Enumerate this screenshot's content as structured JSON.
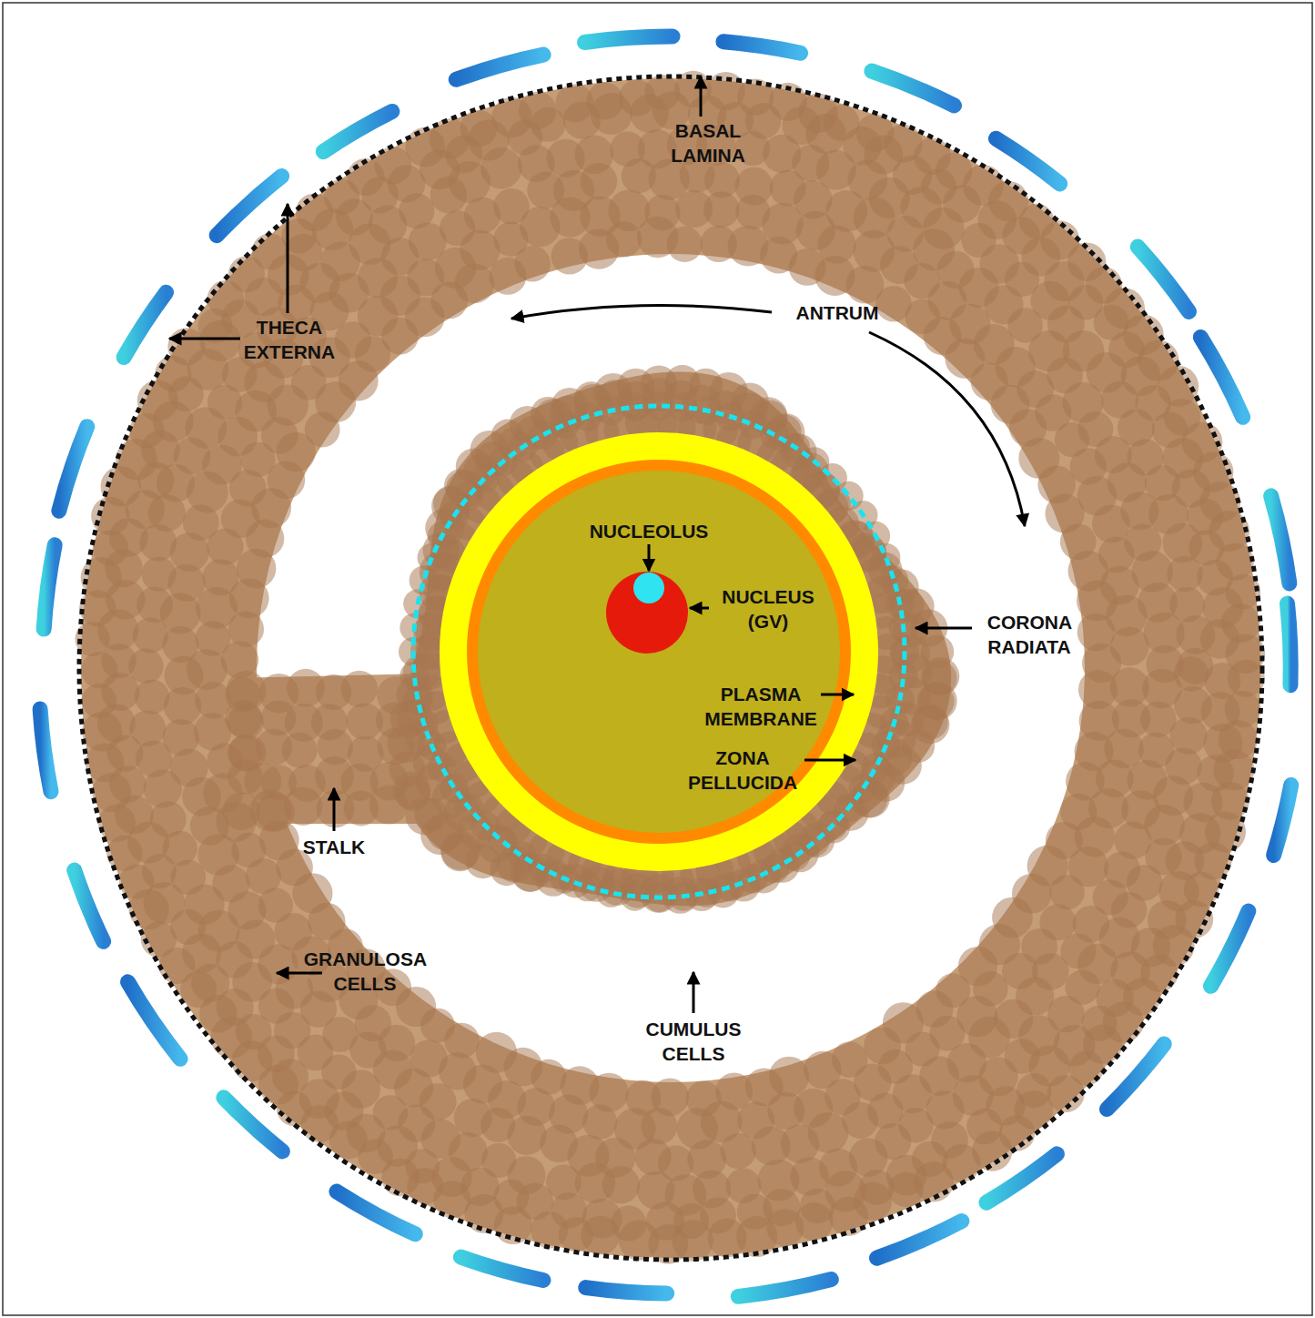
{
  "diagram": {
    "labels": [
      "BASAL LAMINA",
      "THECA EXTERNA",
      "ANTRUM",
      "NUCLEOLUS",
      "NUCLEUS (GV)",
      "CORONA RADIATA",
      "PLASMA MEMBRANE",
      "ZONA PELLUCIDA",
      "STALK",
      "GRANULOSA CELLS",
      "CUMULUS CELLS"
    ]
  }
}
